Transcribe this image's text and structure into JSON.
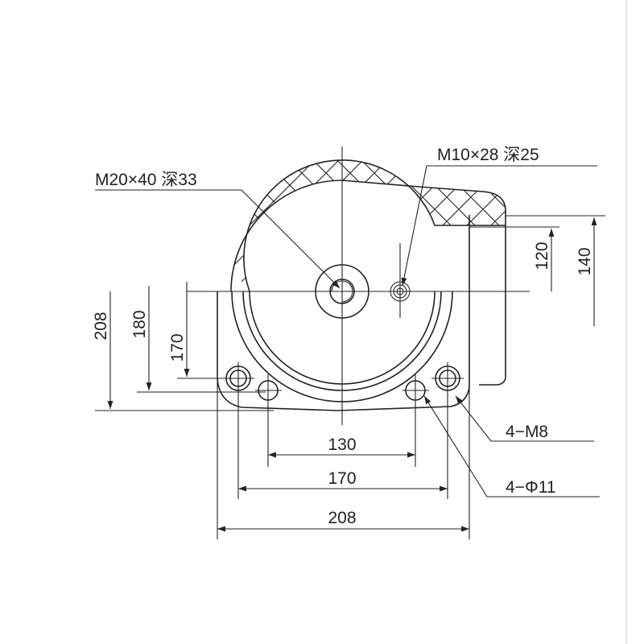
{
  "annotations": {
    "main_thread": "M20×40 深33",
    "side_thread": "M10×28 深25",
    "mount_thread": "4−M8",
    "mount_hole": "4−Φ11"
  },
  "dimensions": {
    "left_208": "208",
    "left_180": "180",
    "left_170": "170",
    "right_120": "120",
    "right_140": "140",
    "bottom_130": "130",
    "bottom_170": "170",
    "bottom_208": "208"
  }
}
